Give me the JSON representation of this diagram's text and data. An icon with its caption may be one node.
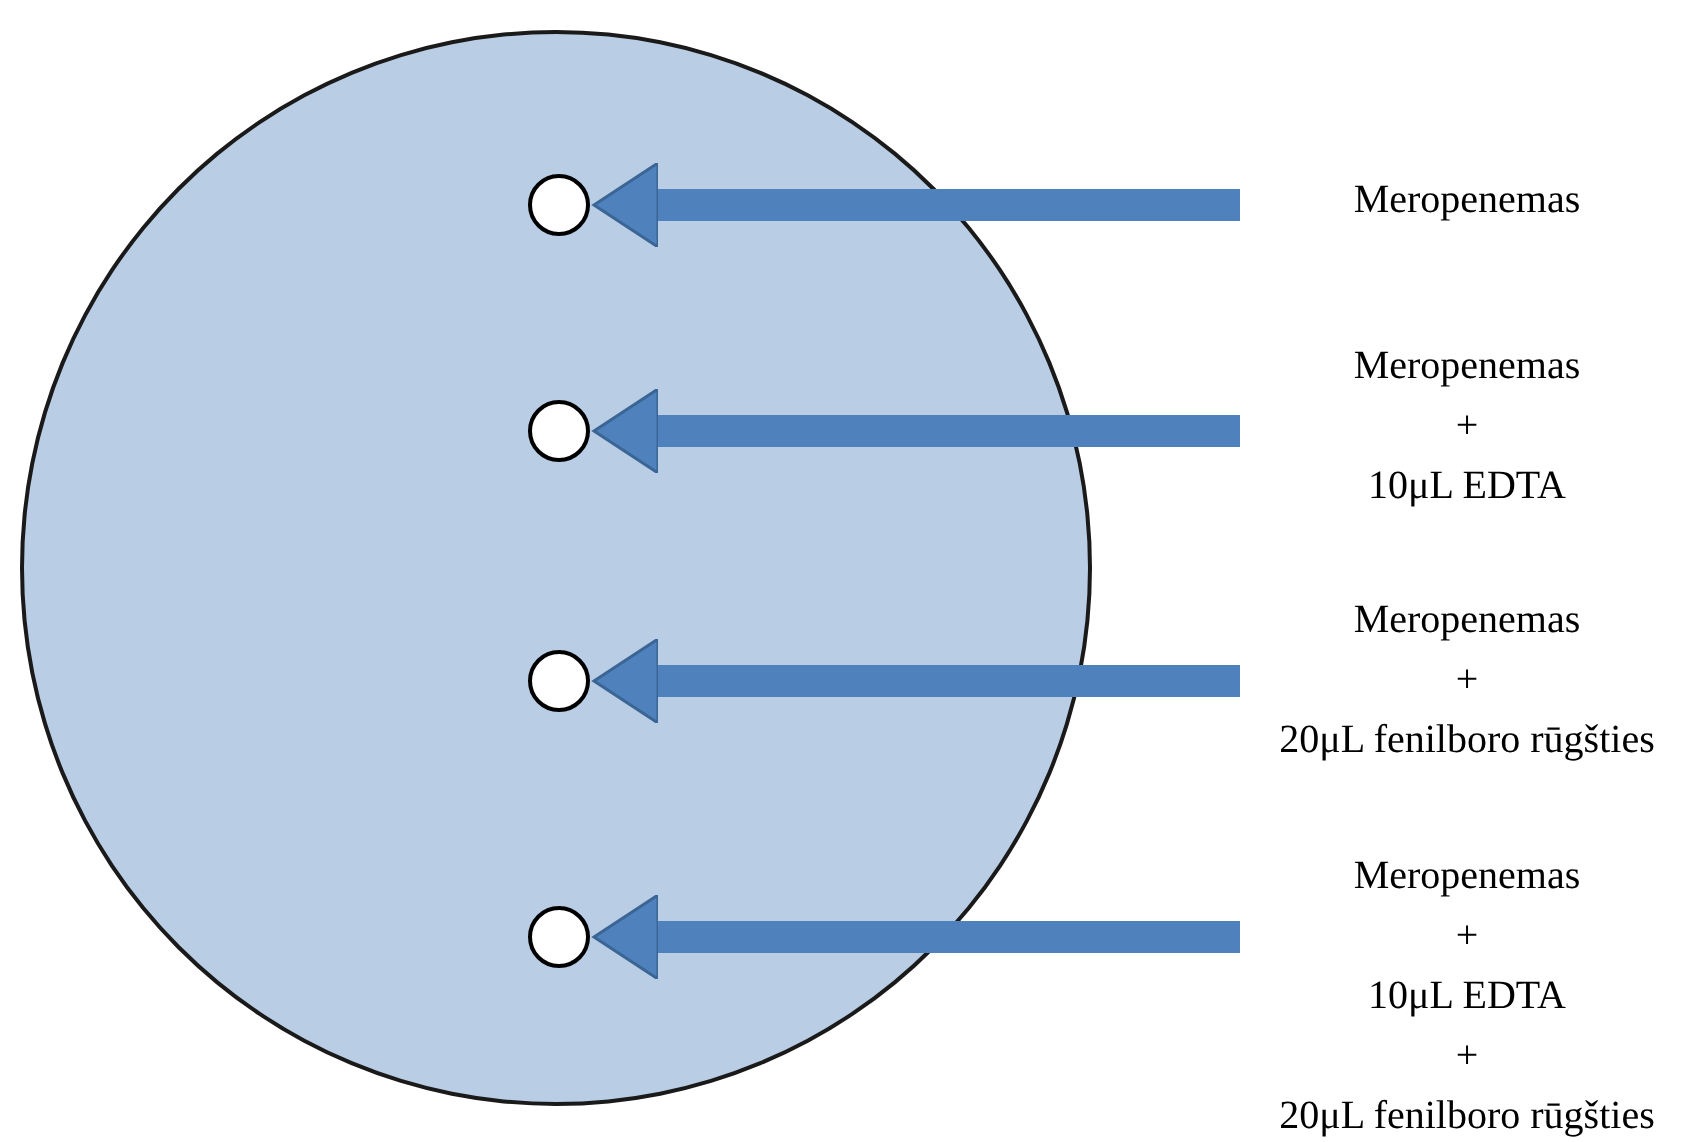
{
  "diagram": {
    "nodes": [
      {
        "text": [],
        "shape": "circle"
      },
      {
        "text": [],
        "shape": "circle",
        "in": 0
      },
      {
        "text": [],
        "shape": "circle",
        "in": 0
      },
      {
        "text": [],
        "shape": "circle",
        "in": 0
      },
      {
        "text": [],
        "shape": "circle",
        "in": 0
      },
      {
        "text": [
          "Meropenemas"
        ]
      },
      {
        "text": [
          "Meropenemas",
          "+",
          "10μL EDTA"
        ]
      },
      {
        "text": [
          "Meropenemas",
          "+",
          "20μL fenilboro rūgšties"
        ]
      },
      {
        "text": [
          "Meropenemas",
          "+",
          "10μL EDTA",
          "+",
          "20μL fenilboro rūgšties"
        ]
      }
    ],
    "edges": [
      {
        "from": 5,
        "to": 1,
        "arrow": "to"
      },
      {
        "from": 6,
        "to": 2,
        "arrow": "to"
      },
      {
        "from": 7,
        "to": 3,
        "arrow": "to"
      },
      {
        "from": 8,
        "to": 4,
        "arrow": "to"
      }
    ]
  }
}
